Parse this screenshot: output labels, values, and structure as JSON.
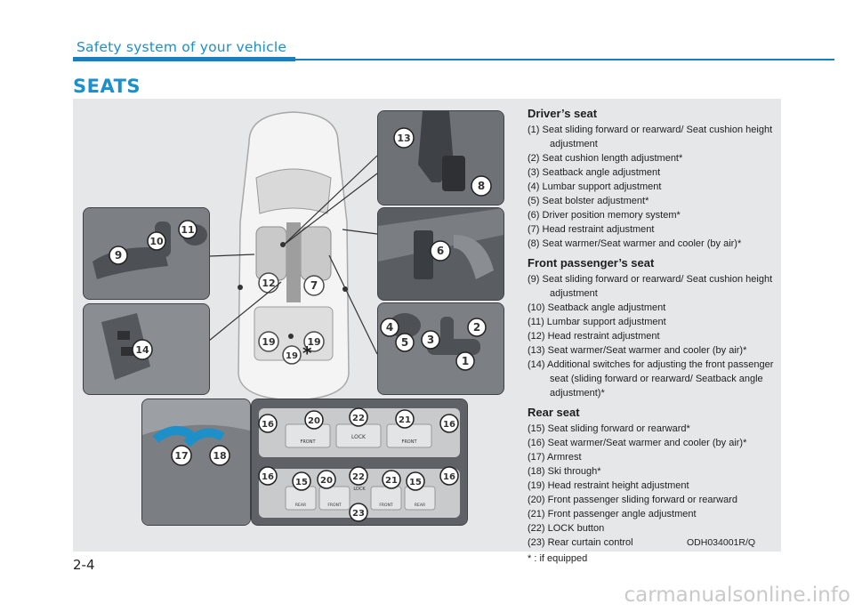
{
  "header": {
    "section_title": "Safety system of your vehicle",
    "heading": "SEATS"
  },
  "drivers_seat": {
    "title": "Driver’s seat",
    "items": [
      "(1) Seat sliding forward or rearward/ Seat cushion height adjustment",
      "(2) Seat cushion length adjustment*",
      "(3) Seatback angle adjustment",
      "(4) Lumbar support adjustment",
      "(5) Seat bolster adjustment*",
      "(6) Driver position memory system*",
      "(7) Head restraint adjustment",
      "(8) Seat warmer/Seat warmer and cooler (by air)*"
    ]
  },
  "passenger_seat": {
    "title": "Front passenger’s seat",
    "items": [
      "(9) Seat sliding forward or rearward/ Seat cushion height adjustment",
      "(10) Seatback angle adjustment",
      "(11) Lumbar support adjustment",
      "(12) Head restraint adjustment",
      "(13) Seat warmer/Seat warmer and cooler (by air)*",
      "(14) Additional switches for adjusting the front passenger seat (sliding forward or rearward/ Seatback angle adjustment)*"
    ]
  },
  "rear_seat": {
    "title": "Rear seat",
    "items": [
      "(15) Seat sliding forward or rearward*",
      "(16) Seat warmer/Seat warmer and cooler (by air)*",
      "(17) Armrest",
      "(18) Ski through*",
      "(19) Head restraint height adjustment",
      "(20) Front passenger sliding forward or rearward",
      "(21) Front passenger angle adjustment",
      "(22) LOCK button",
      "(23) Rear curtain control"
    ]
  },
  "footnote": "* :  if equipped",
  "figure_code": "ODH034001R/Q",
  "page_number": "2-4",
  "watermark": "carmanualsonline.info",
  "illustration_labels": {
    "asterisk": "*",
    "panel_front": "FRONT",
    "panel_lock": "LOCK",
    "panel_rear": "REAR"
  },
  "colors": {
    "accent": "#1d8fc9",
    "rule": "#1580c2",
    "panel_bg": "#e6e7e9"
  }
}
